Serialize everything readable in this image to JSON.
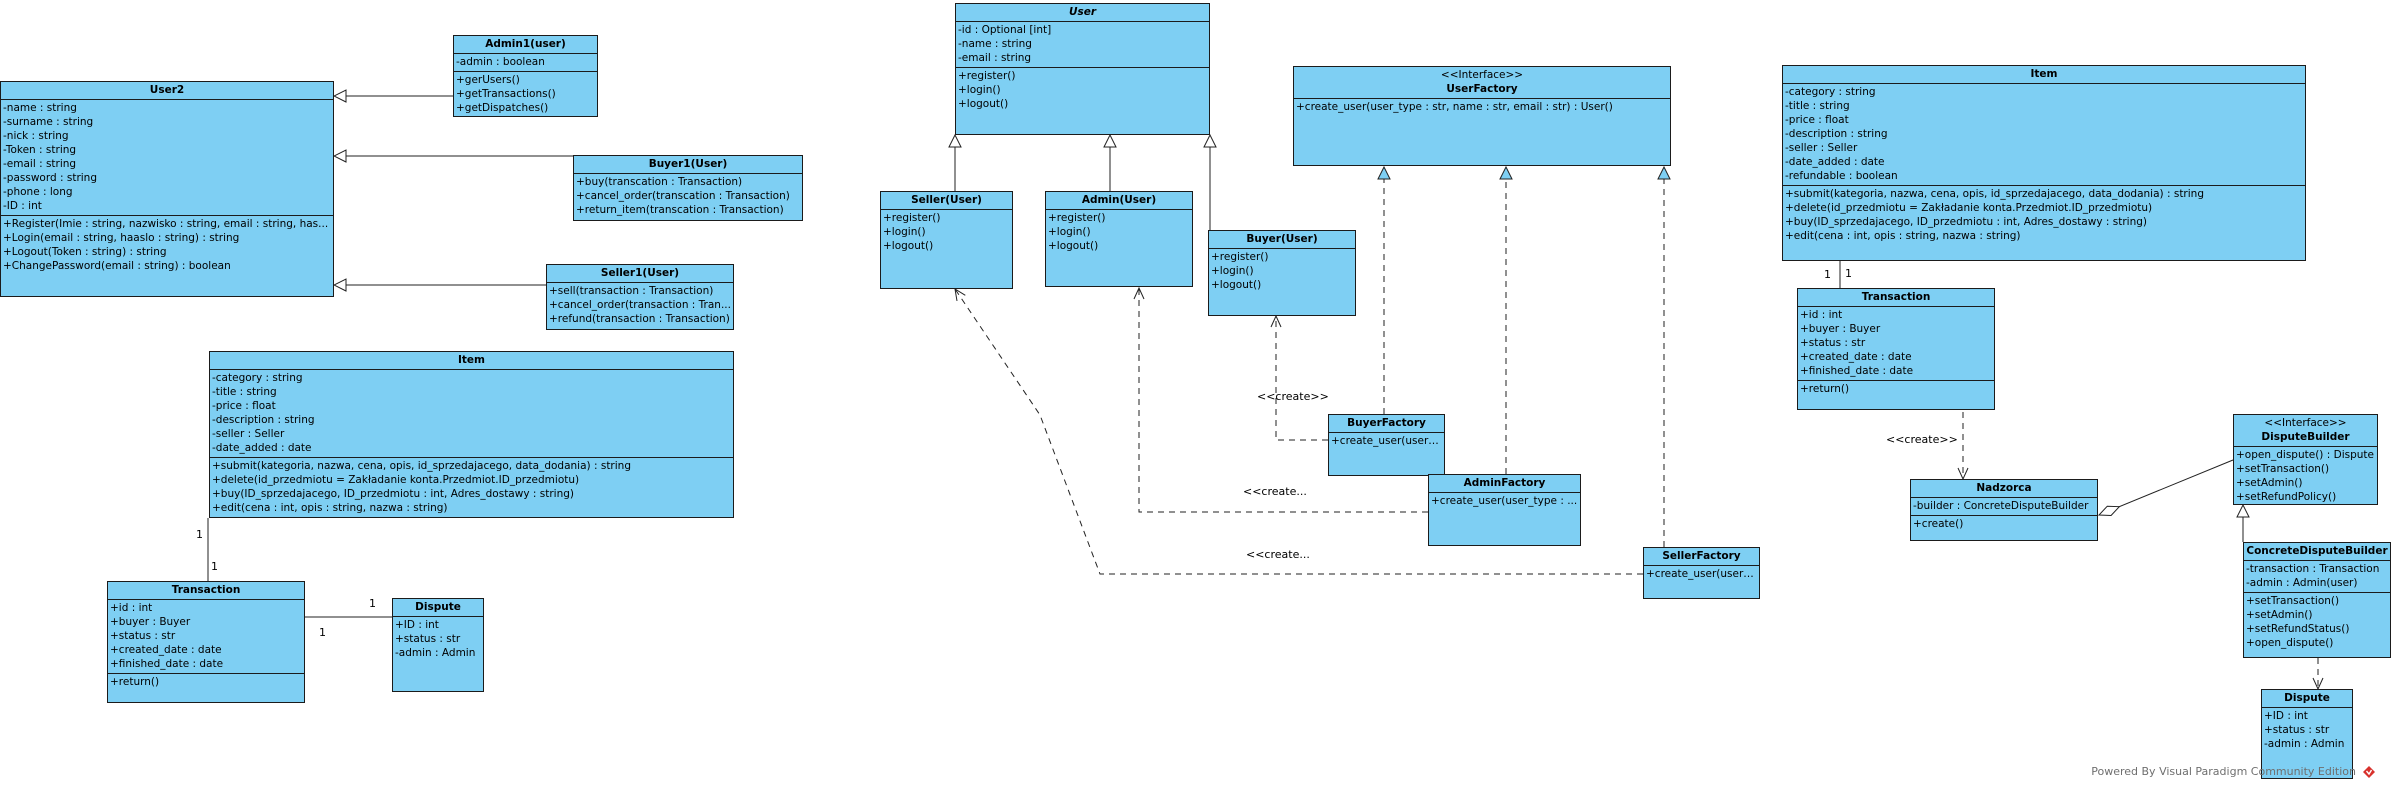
{
  "classes": {
    "admin1": {
      "name": "Admin1(user)",
      "attributes": [
        "-admin : boolean"
      ],
      "operations": [
        "+gerUsers()",
        "+getTransactions()",
        "+getDispatches()"
      ]
    },
    "user2": {
      "name": "User2",
      "attributes": [
        "-name : string",
        "-surname : string",
        "-nick : string",
        "-Token : string",
        "-email : string",
        "-password : string",
        "-phone : long",
        "-ID : int"
      ],
      "operations": [
        "+Register(Imie : string, nazwisko : string, email : string, has...",
        "+Login(email : string, haaslo : string) : string",
        "+Logout(Token : string) : string",
        "+ChangePassword(email : string) : boolean"
      ]
    },
    "buyer1": {
      "name": "Buyer1(User)",
      "operations": [
        "+buy(transcation : Transaction)",
        "+cancel_order(transcation : Transaction)",
        "+return_item(transcation : Transaction)"
      ]
    },
    "seller1": {
      "name": "Seller1(User)",
      "operations": [
        "+sell(transaction : Transaction)",
        "+cancel_order(transaction : Tran...",
        "+refund(transaction : Transaction)"
      ]
    },
    "item_left": {
      "name": "Item",
      "attributes": [
        "-category : string",
        "-title : string",
        "-price : float",
        "-description : string",
        "-seller : Seller",
        "-date_added : date"
      ],
      "operations": [
        "+submit(kategoria, nazwa, cena, opis, id_sprzedajacego, data_dodania) : string",
        "+delete(id_przedmiotu = Zakładanie konta.Przedmiot.ID_przedmiotu)",
        "+buy(ID_sprzedajacego, ID_przedmiotu : int, Adres_dostawy : string)",
        "+edit(cena : int, opis : string, nazwa : string)"
      ]
    },
    "transaction_left": {
      "name": "Transaction",
      "attributes": [
        "+id : int",
        "+buyer : Buyer",
        "+status : str",
        "+created_date : date",
        "+finished_date : date"
      ],
      "operations": [
        "+return()"
      ]
    },
    "dispute_left": {
      "name": "Dispute",
      "attributes": [
        "+ID : int",
        "+status : str",
        "-admin : Admin"
      ]
    },
    "user": {
      "name": "User",
      "attributes": [
        "-id : Optional [int]",
        "-name : string",
        "-email : string"
      ],
      "operations": [
        "+register()",
        "+login()",
        "+logout()"
      ]
    },
    "seller": {
      "name": "Seller(User)",
      "operations": [
        "+register()",
        "+login()",
        "+logout()"
      ]
    },
    "admin": {
      "name": "Admin(User)",
      "operations": [
        "+register()",
        "+login()",
        "+logout()"
      ]
    },
    "buyer": {
      "name": "Buyer(User)",
      "operations": [
        "+register()",
        "+login()",
        "+logout()"
      ]
    },
    "userfactory": {
      "stereotype": "<<Interface>>",
      "name": "UserFactory",
      "operations": [
        "+create_user(user_type : str, name : str, email : str) : User()"
      ]
    },
    "buyerfactory": {
      "name": "BuyerFactory",
      "operations": [
        "+create_user(user_..."
      ]
    },
    "adminfactory": {
      "name": "AdminFactory",
      "operations": [
        "+create_user(user_type : ..."
      ]
    },
    "sellerfactory": {
      "name": "SellerFactory",
      "operations": [
        "+create_user(user_..."
      ]
    },
    "item_right": {
      "name": "Item",
      "attributes": [
        "-category : string",
        "-title : string",
        "-price : float",
        "-description : string",
        "-seller : Seller",
        "-date_added : date",
        "-refundable : boolean"
      ],
      "operations": [
        "+submit(kategoria, nazwa, cena, opis, id_sprzedajacego, data_dodania) : string",
        "+delete(id_przedmiotu = Zakładanie konta.Przedmiot.ID_przedmiotu)",
        "+buy(ID_sprzedajacego, ID_przedmiotu : int, Adres_dostawy : string)",
        "+edit(cena : int, opis : string, nazwa : string)"
      ]
    },
    "transaction_right": {
      "name": "Transaction",
      "attributes": [
        "+id : int",
        "+buyer : Buyer",
        "+status : str",
        "+created_date : date",
        "+finished_date : date"
      ],
      "operations": [
        "+return()"
      ]
    },
    "nadzorca": {
      "name": "Nadzorca",
      "attributes": [
        "-builder : ConcreteDisputeBuilder"
      ],
      "operations": [
        "+create()"
      ]
    },
    "disputebuilder": {
      "stereotype": "<<Interface>>",
      "name": "DisputeBuilder",
      "operations": [
        "+open_dispute() : Dispute",
        "+setTransaction()",
        "+setAdmin()",
        "+setRefundPolicy()"
      ]
    },
    "concretedisputebuilder": {
      "name": "ConcreteDisputeBuilder",
      "attributes": [
        "-transaction : Transaction",
        "-admin : Admin(user)"
      ],
      "operations": [
        "+setTransaction()",
        "+setAdmin()",
        "+setRefundStatus()",
        "+open_dispute()"
      ]
    },
    "dispute_right": {
      "name": "Dispute",
      "attributes": [
        "+ID : int",
        "+status : str",
        "-admin : Admin"
      ]
    }
  },
  "labels": {
    "create1": "<<create>>",
    "create2": "<<create...",
    "create3": "<<create...",
    "create4": "<<create>>",
    "mult_item_left": "1",
    "mult_trans_left_top": "1",
    "mult_trans_dispute": "1",
    "mult_dispute_left": "1",
    "mult_item_right_a": "1",
    "mult_item_right_b": "1"
  },
  "footer": "Powered By Visual Paradigm Community Edition"
}
